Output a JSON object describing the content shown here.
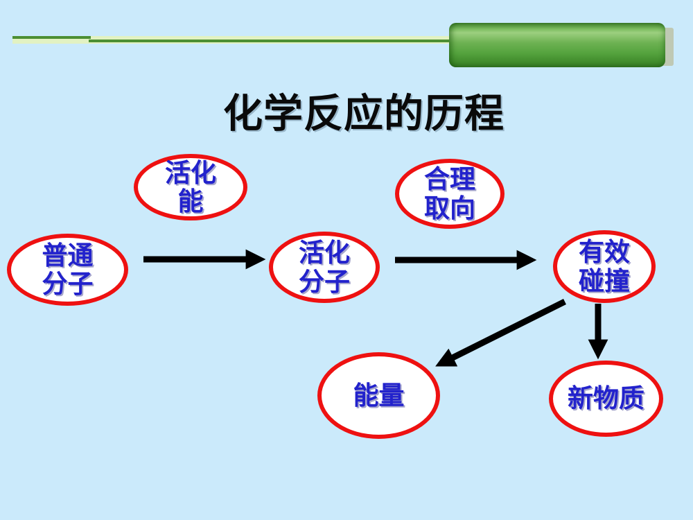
{
  "slide": {
    "title": "化学反应的历程",
    "colors": {
      "background": "#cbeafb",
      "node_border": "#ee1111",
      "node_text": "#2222cc",
      "arrow": "#000000",
      "deco_bar_light": "#e2f2c2",
      "deco_bar_dark": "#4c8f33",
      "deco_cylinder_green": "#55a33e"
    },
    "nodes": {
      "activation_energy": {
        "line1": "活化",
        "line2": "能"
      },
      "proper_orientation": {
        "line1": "合理",
        "line2": "取向"
      },
      "ordinary_molecules": {
        "line1": "普通",
        "line2": "分子"
      },
      "activated_molecules": {
        "line1": "活化",
        "line2": "分子"
      },
      "effective_collision": {
        "line1": "有效",
        "line2": "碰撞"
      },
      "energy": {
        "line1": "能量"
      },
      "new_substance": {
        "line1": "新物质"
      }
    }
  }
}
